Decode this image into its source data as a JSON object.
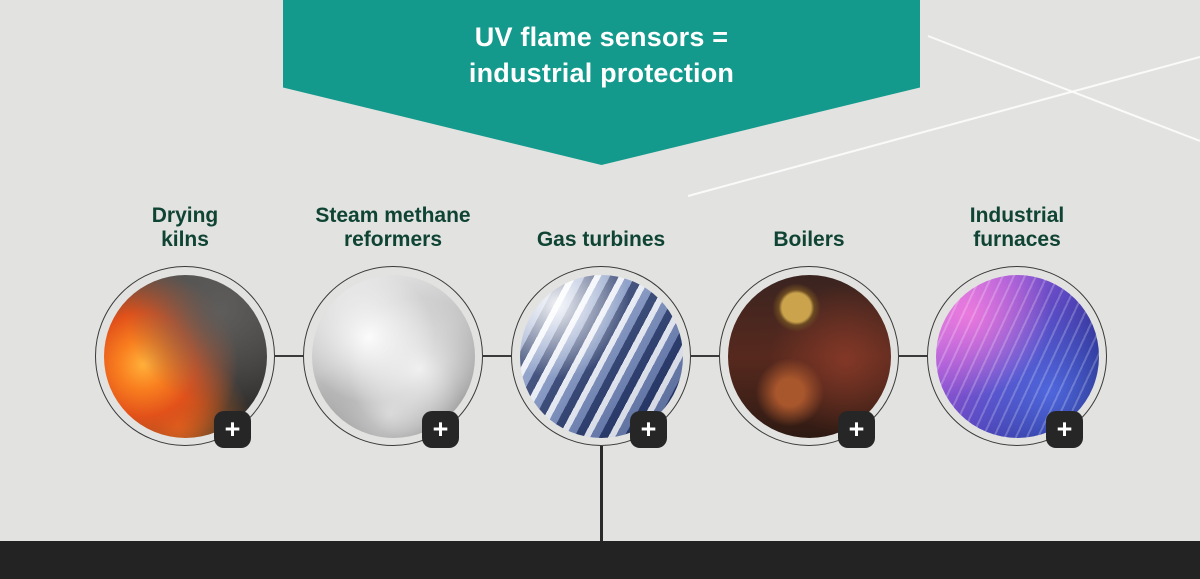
{
  "banner": {
    "line1": "UV flame sensors =",
    "line2": "industrial protection"
  },
  "items": [
    {
      "label": "Drying\nkilns",
      "image": "burning-fire-photo",
      "plus": "+"
    },
    {
      "label": "Steam methane\nreformers",
      "image": "steam-clouds-photo",
      "plus": "+"
    },
    {
      "label": "Gas turbines",
      "image": "turbine-blades-photo",
      "plus": "+"
    },
    {
      "label": "Boilers",
      "image": "boiler-valves-photo",
      "plus": "+"
    },
    {
      "label": "Industrial\nfurnaces",
      "image": "furnace-flames-photo",
      "plus": "+"
    }
  ],
  "icons": {
    "plus_icon": "+"
  },
  "colors": {
    "banner_teal": "#149a8c",
    "label_green": "#0f4434",
    "background_gray": "#e2e2e0",
    "footer_dark": "#232323",
    "plus_button_dark": "#262626"
  }
}
